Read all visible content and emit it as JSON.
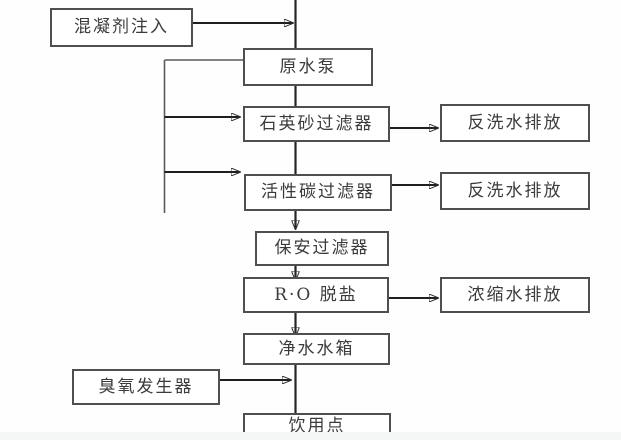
{
  "diagram": {
    "type": "flowchart",
    "language": "zh",
    "nodes": {
      "coagulant": {
        "label": "混凝剂注入"
      },
      "raw_pump": {
        "label": "原水泵"
      },
      "quartz_filter": {
        "label": "石英砂过滤器"
      },
      "backwash_1": {
        "label": "反洗水排放"
      },
      "carbon_filter": {
        "label": "活性碳过滤器"
      },
      "backwash_2": {
        "label": "反洗水排放"
      },
      "security_filter": {
        "label": "保安过滤器"
      },
      "ro_desalination": {
        "label": "R·O 脱盐"
      },
      "concentrate": {
        "label": "浓缩水排放"
      },
      "clean_tank": {
        "label": "净水水箱"
      },
      "ozone": {
        "label": "臭氧发生器"
      },
      "drinking_point": {
        "label": "饮用点"
      }
    },
    "colors": {
      "box_border": "#4f4f4f",
      "box_fill": "#ffffff",
      "connector": "#262626",
      "text": "#3b3b3b",
      "page_background": "#fefefe",
      "bottom_bar": "#f5f6f6"
    }
  }
}
